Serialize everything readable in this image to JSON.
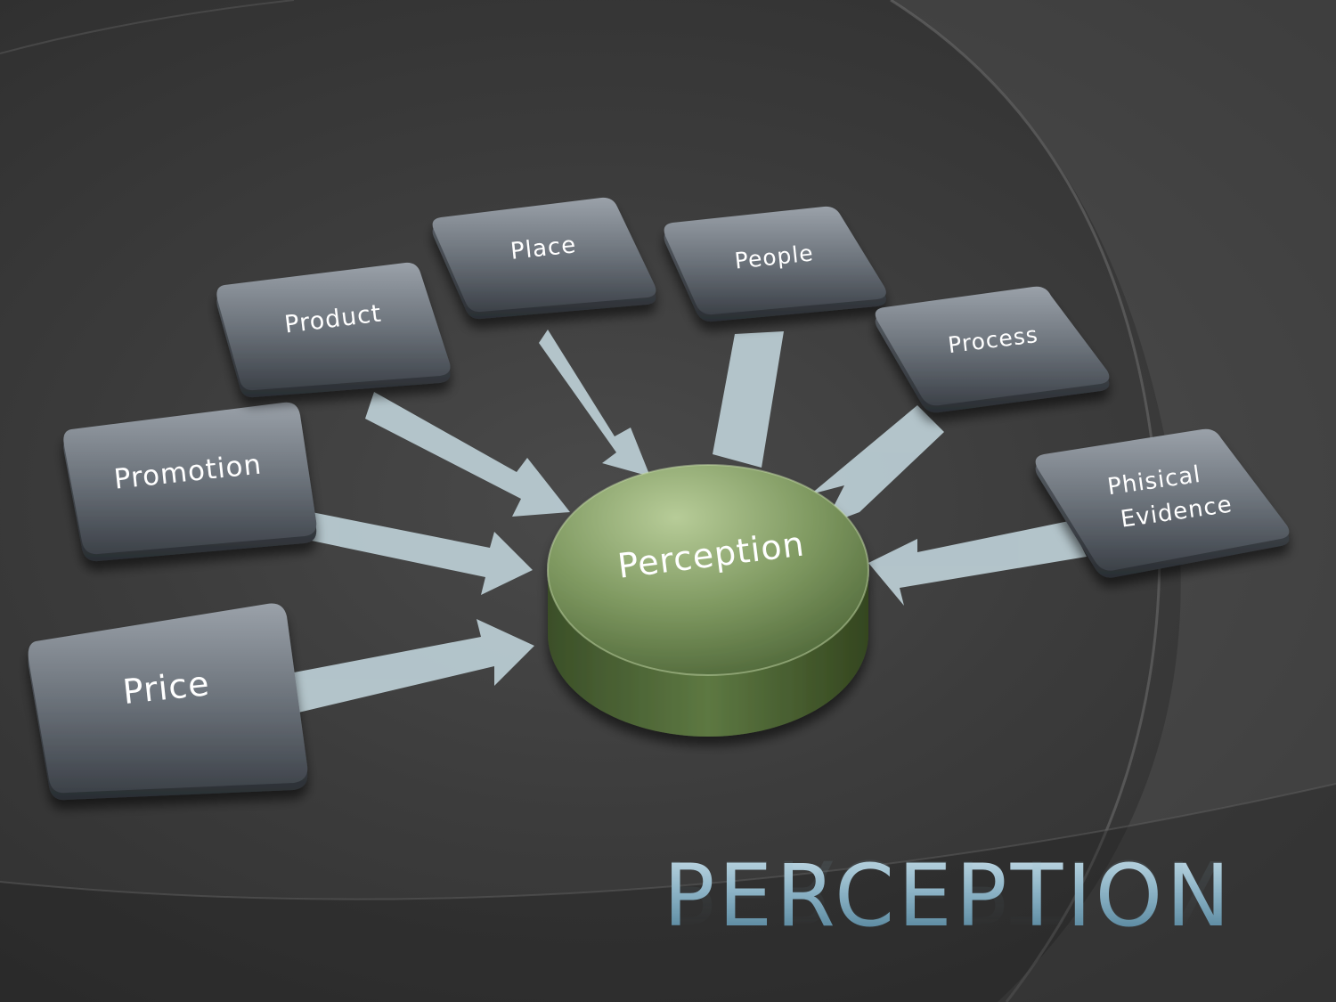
{
  "title": "PERCEPTION",
  "center": {
    "label": "Perception"
  },
  "nodes": [
    {
      "id": "price",
      "label": "Price"
    },
    {
      "id": "promotion",
      "label": "Promotion"
    },
    {
      "id": "product",
      "label": "Product"
    },
    {
      "id": "place",
      "label": "Place"
    },
    {
      "id": "people",
      "label": "People"
    },
    {
      "id": "process",
      "label": "Process"
    },
    {
      "id": "physical-evidence",
      "label_line1": "Phisical",
      "label_line2": "Evidence"
    }
  ],
  "colors": {
    "box_top": "#8f969e",
    "box_bottom": "#3f454c",
    "arrow": "#b9cbd2",
    "center_top": "#a9c08c",
    "center_bottom": "#55703a",
    "title": "#8fb5c8"
  }
}
